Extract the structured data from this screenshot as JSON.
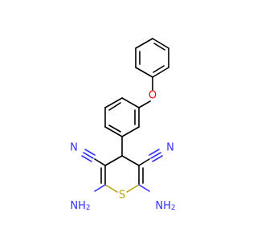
{
  "molecule": {
    "atom_labels": {
      "oxygen": "O",
      "sulfur": "S",
      "nitrile_left": "N",
      "nitrile_right": "N",
      "amine_left": "NH",
      "amine_left_sub": "2",
      "amine_right": "NH",
      "amine_right_sub": "2"
    },
    "colors": {
      "bond": "#000000",
      "nitrogen": "#3333ff",
      "oxygen": "#ff0000",
      "sulfur": "#b3a200",
      "background": "#ffffff"
    }
  }
}
